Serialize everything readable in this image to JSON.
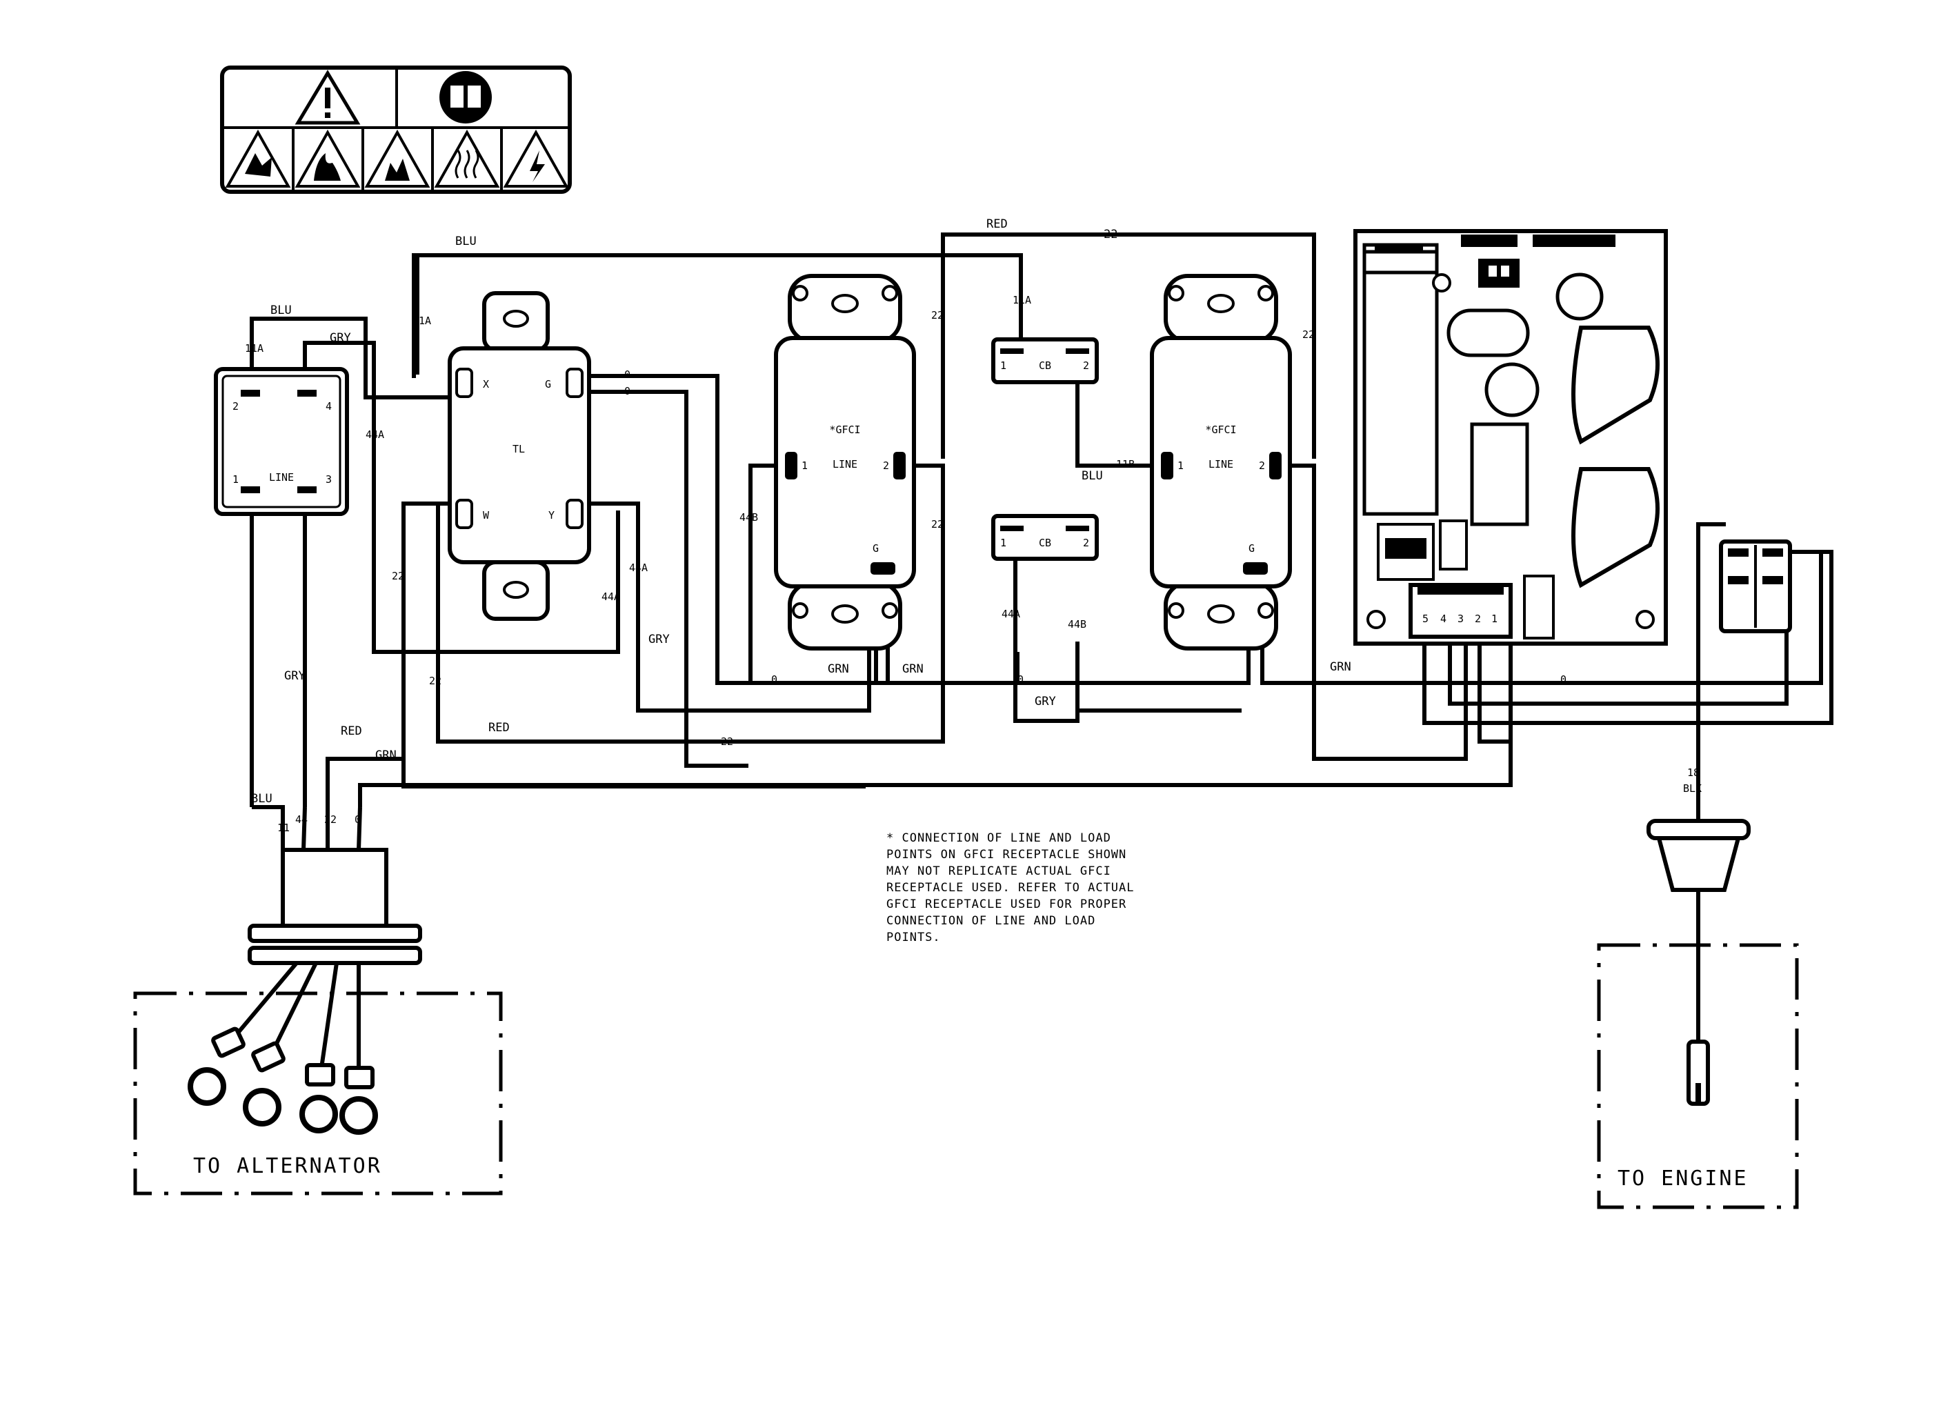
{
  "safety_icons": {
    "top": [
      "warning-triangle",
      "read-manual"
    ],
    "bottom": [
      "explosion-hazard",
      "fire-hazard",
      "flammable-hazard",
      "hot-surface-hazard",
      "electric-shock-hazard"
    ]
  },
  "outlet_block": {
    "line_label": "LINE",
    "pins": [
      "1",
      "2",
      "3",
      "4"
    ]
  },
  "transformer": {
    "label": "TL",
    "terminals": {
      "x": "X",
      "g": "G",
      "w": "W",
      "y": "Y"
    }
  },
  "gfci_left": {
    "label": "*GFCI",
    "line_label": "LINE",
    "pin1": "1",
    "pin2": "2",
    "ground": "G"
  },
  "gfci_right": {
    "label": "*GFCI",
    "line_label": "LINE",
    "pin1": "1",
    "pin2": "2",
    "ground": "G"
  },
  "breaker_top": {
    "label": "CB",
    "pin1": "1",
    "pin2": "2"
  },
  "breaker_bottom": {
    "label": "CB",
    "pin1": "1",
    "pin2": "2"
  },
  "control_connector_pins": [
    "5",
    "4",
    "3",
    "2",
    "1"
  ],
  "wire_labels": {
    "blu_top": "BLU",
    "blu_left": "BLU",
    "w11a_left": "11A",
    "w11a_mid": "11A",
    "w11a_cb": "11A",
    "gry_top": "GRY",
    "w44a_left": "44A",
    "red_top": "RED",
    "w22_top": "22",
    "w22_gfci_top": "22",
    "w22_gfci_bot": "22",
    "w22_right": "22",
    "w0_a": "0",
    "w0_b": "0",
    "w44b_gfci": "44B",
    "w11b": "11B",
    "blu_cb": "BLU",
    "w22_left": "22",
    "w44a_y": "44A",
    "w44a_y2": "44A",
    "gry_mid": "GRY",
    "w0_grn_a": "0",
    "grn_a": "GRN",
    "grn_b": "GRN",
    "w0_grn_b": "0",
    "w44a_cb": "44A",
    "w44b_cb": "44B",
    "gry_bot": "GRY",
    "grn_right": "GRN",
    "w0_right": "0",
    "w22_mid": "22",
    "red_mid": "RED",
    "w22_bottom": "22",
    "gry_left": "GRY",
    "red_left": "RED",
    "grn_left": "GRN",
    "blu_bottom": "BLU",
    "plug_11": "11",
    "plug_44": "44",
    "plug_22": "22",
    "plug_0": "0",
    "w18": "18",
    "blk": "BLK"
  },
  "note_lines": [
    "* CONNECTION OF LINE AND LOAD",
    "POINTS  ON GFCI  RECEPTACLE SHOWN",
    "MAY NOT REPLICATE ACTUAL GFCI",
    "RECEPTACLE USED.  REFER TO ACTUAL",
    "GFCI RECEPTACLE USED FOR PROPER",
    "CONNECTION OF LINE AND LOAD",
    "POINTS."
  ],
  "to_alternator": "TO ALTERNATOR",
  "to_engine": "TO ENGINE"
}
